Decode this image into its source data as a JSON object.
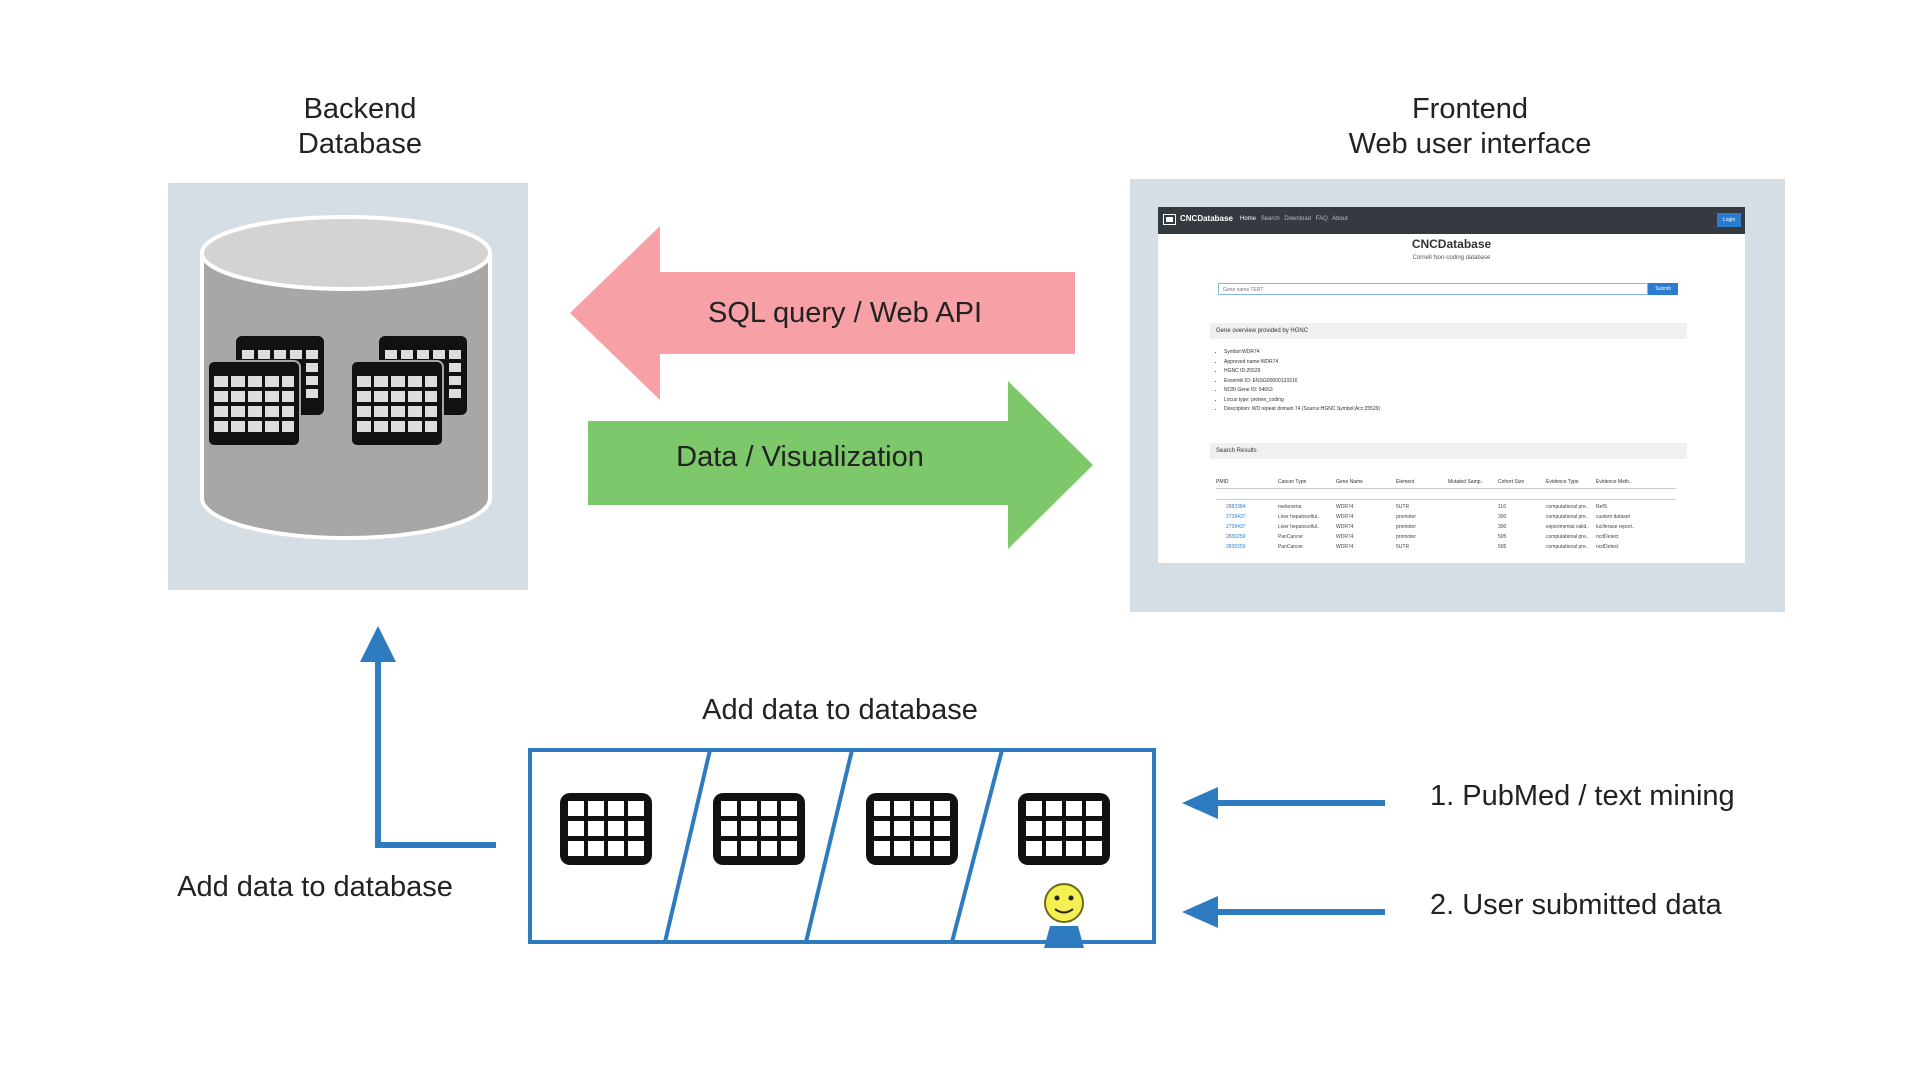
{
  "backend": {
    "title_line1": "Backend",
    "title_line2": "Database"
  },
  "frontend": {
    "title_line1": "Frontend",
    "title_line2": "Web user interface",
    "screenshot": {
      "brand": "CNCDatabase",
      "nav_items": [
        "Home",
        "Search",
        "Download",
        "FAQ",
        "About"
      ],
      "login": "Login",
      "title": "CNCDatabase",
      "subtitle": "Cornell Non-coding database",
      "search_placeholder": "Gene name TERT",
      "submit": "Submit",
      "overview_heading": "Gene overview provided by HGNC",
      "overview_items": [
        "Symbol:WDR74",
        "Approved name:WDR74",
        "HGNC ID:25529",
        "Ensembl ID: ENSG00000133316",
        "NCBI Gene ID: 54663",
        "Locus type: protein_coding",
        "Description: WD repeat domain 74 (Source:HGNC Symbol;Acc:25529)"
      ],
      "results_heading": "Search Results",
      "table_headers": [
        "PMID",
        "Cancer Type",
        "Gene Name",
        "Element",
        "Mutated Samp..",
        "Cohort Size",
        "Evidence Type",
        "Evidence Meth.."
      ],
      "table_rows": [
        [
          "2882384",
          "melanoma",
          "WDR74",
          "5UTR",
          "",
          "116",
          "computational pre..",
          "RefS"
        ],
        [
          "2739437",
          "Liver hepatocellul..",
          "WDR74",
          "promoter",
          "",
          "300",
          "computational pre..",
          "custom dataset"
        ],
        [
          "2739437",
          "Liver hepatocellul..",
          "WDR74",
          "promoter",
          "",
          "300",
          "experimental valid..",
          "luciferase report.."
        ],
        [
          "2830259",
          "PanCancer",
          "WDR74",
          "promoter",
          "",
          "505",
          "computational pre..",
          "ncdDetect"
        ],
        [
          "2830259",
          "PanCancer",
          "WDR74",
          "5UTR",
          "",
          "505",
          "computational pre..",
          "ncdDetect"
        ]
      ]
    }
  },
  "arrows": {
    "sql_label": "SQL query / Web API",
    "data_label": "Data / Visualization",
    "sql_color": "#f7a0a6",
    "data_color": "#7dc86b",
    "blue_color": "#2e7bbf"
  },
  "bottom": {
    "add_top_label": "Add data to database",
    "add_left_label": "Add data to database",
    "source1": "1. PubMed / text mining",
    "source2": "2. User submitted data"
  }
}
